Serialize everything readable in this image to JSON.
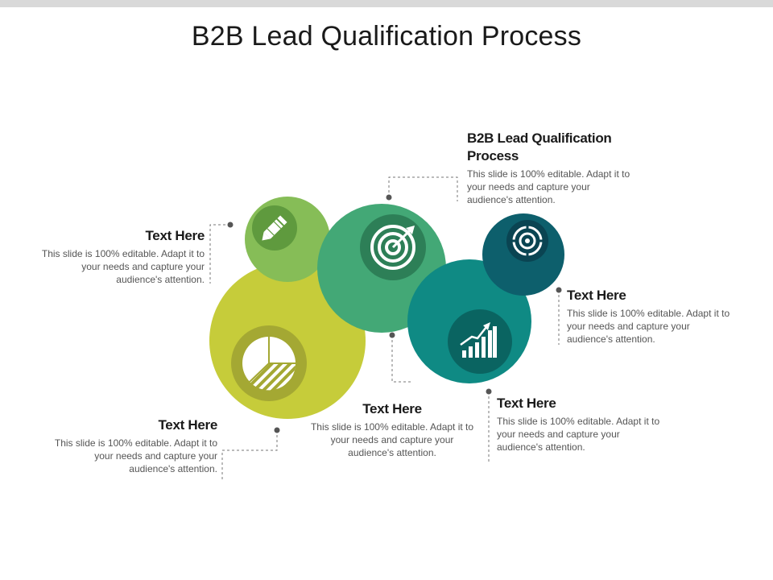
{
  "title": "B2B Lead Qualification Process",
  "items": [
    {
      "id": "top-right",
      "heading": "B2B Lead Qualification Process",
      "body": "This slide is 100% editable. Adapt it to your needs and capture your audience's attention."
    },
    {
      "id": "upper-left",
      "heading": "Text Here",
      "body": "This slide is 100% editable. Adapt it to your needs and capture your audience's attention."
    },
    {
      "id": "right",
      "heading": "Text Here",
      "body": "This slide is 100% editable. Adapt it to your needs and capture your audience's attention."
    },
    {
      "id": "lower-right",
      "heading": "Text Here",
      "body": "This slide is 100% editable. Adapt it to your needs and capture your audience's attention."
    },
    {
      "id": "bottom-center",
      "heading": "Text Here",
      "body": "This slide is 100% editable. Adapt it to your needs and capture your audience's attention."
    },
    {
      "id": "bottom-left",
      "heading": "Text Here",
      "body": "This slide is 100% editable. Adapt it to your needs and capture your audience's attention."
    }
  ],
  "icons": [
    "pencil-icon",
    "target-icon",
    "crosshair-icon",
    "growth-chart-icon",
    "pie-chart-icon"
  ],
  "colors": {
    "lime": "#c6cc3a",
    "light_green": "#86bd57",
    "green": "#43a876",
    "teal": "#0f8a84",
    "dark_teal": "#0d5f6c"
  }
}
